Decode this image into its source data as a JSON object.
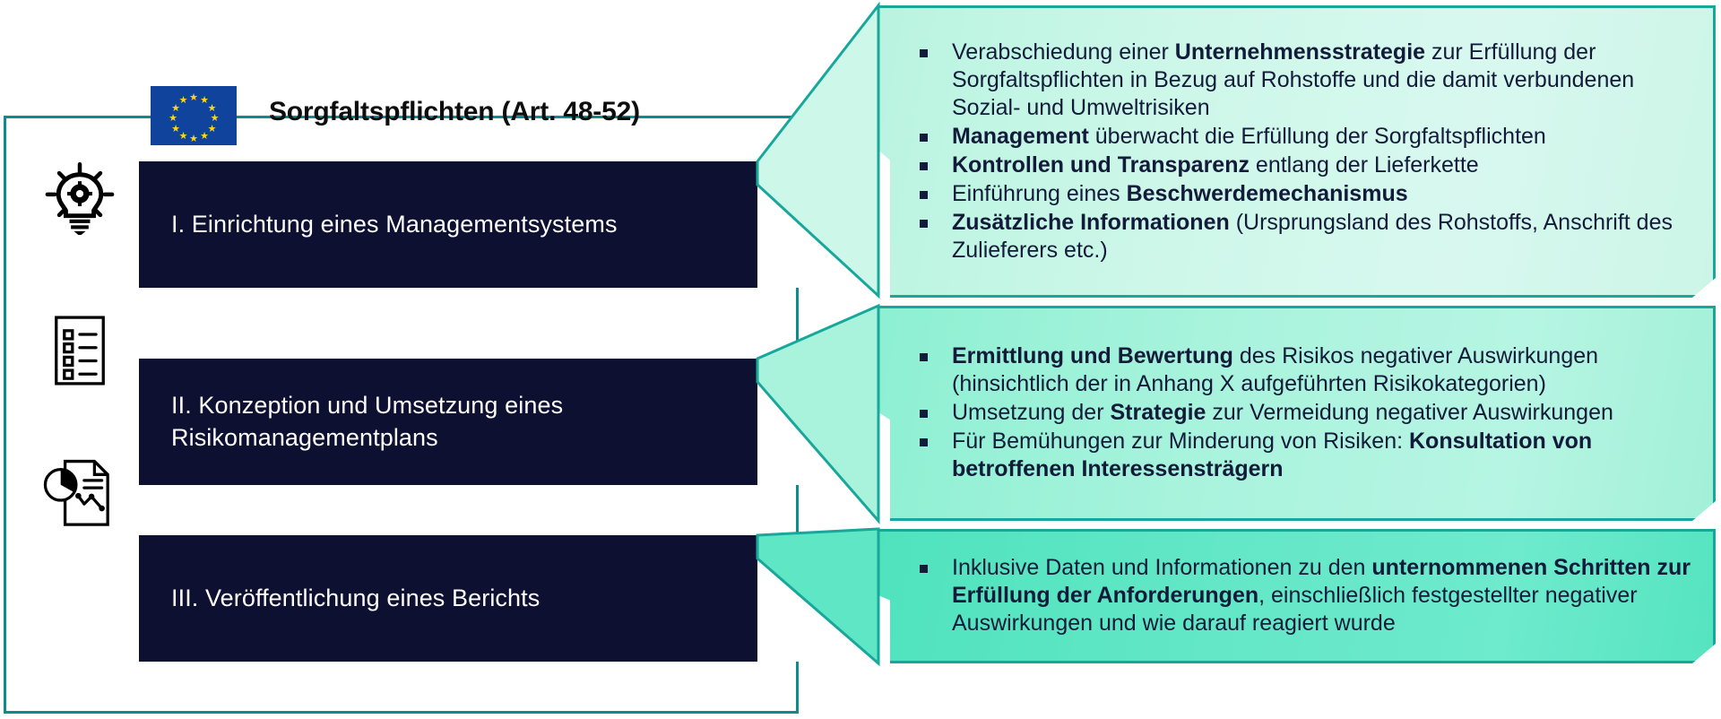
{
  "header": {
    "flag_name": "eu-flag",
    "flag_stars": 12,
    "title": "Sorgfaltspflichten (Art. 48-52)"
  },
  "colors": {
    "navy": "#0d1030",
    "teal_border": "#17a79b",
    "teal_line": "#0e8c8c",
    "mint_1": "#cdf7e9",
    "mint_2": "#a9f3dd",
    "mint_3": "#5fe6c5",
    "flag_blue": "#10439b",
    "star_yellow": "#ffd617",
    "text_dark": "#131b3a"
  },
  "steps": [
    {
      "icon": "lightbulb-gear-icon",
      "label": "I. Einrichtung eines Managementsystems",
      "bullets": [
        [
          {
            "t": "Verabschiedung einer ",
            "b": false
          },
          {
            "t": "Unternehmensstrategie",
            "b": true
          },
          {
            "t": " zur Erfüllung der  Sorgfaltspflichten in Bezug auf Rohstoffe und die damit verbundenen Sozial- und Umweltrisiken",
            "b": false
          }
        ],
        [
          {
            "t": "Management",
            "b": true
          },
          {
            "t": " überwacht die Erfüllung der Sorgfaltspflichten",
            "b": false
          }
        ],
        [
          {
            "t": "Kontrollen und Transparenz",
            "b": true
          },
          {
            "t": " entlang der Lieferkette",
            "b": false
          }
        ],
        [
          {
            "t": "Einführung eines ",
            "b": false
          },
          {
            "t": "Beschwerdemechanismus",
            "b": true
          }
        ],
        [
          {
            "t": "Zusätzliche Informationen",
            "b": true
          },
          {
            "t": " (Ursprungsland des Rohstoffs, Anschrift des Zulieferers etc.)",
            "b": false
          }
        ]
      ]
    },
    {
      "icon": "checklist-icon",
      "label": "II. Konzeption und Umsetzung eines Risikomanagementplans",
      "bullets": [
        [
          {
            "t": "Ermittlung und Bewertung",
            "b": true
          },
          {
            "t": " des Risikos negativer Auswirkungen (hinsichtlich der in Anhang X aufgeführten Risikokategorien)",
            "b": false
          }
        ],
        [
          {
            "t": "Umsetzung der ",
            "b": false
          },
          {
            "t": "Strategie",
            "b": true
          },
          {
            "t": " zur Vermeidung negativer Auswirkungen",
            "b": false
          }
        ],
        [
          {
            "t": "Für Bemühungen zur Minderung von Risiken: ",
            "b": false
          },
          {
            "t": "Konsultation von betroffenen Interessensträgern",
            "b": true
          }
        ]
      ]
    },
    {
      "icon": "report-chart-icon",
      "label": "III. Veröffentlichung eines Berichts",
      "bullets": [
        [
          {
            "t": "Inklusive Daten und Informationen zu den ",
            "b": false
          },
          {
            "t": "unternommenen Schritten zur Erfüllung der Anforderungen",
            "b": true
          },
          {
            "t": ", einschließlich festgestellter negativer Auswirkungen  und wie darauf reagiert wurde",
            "b": false
          }
        ]
      ]
    }
  ]
}
